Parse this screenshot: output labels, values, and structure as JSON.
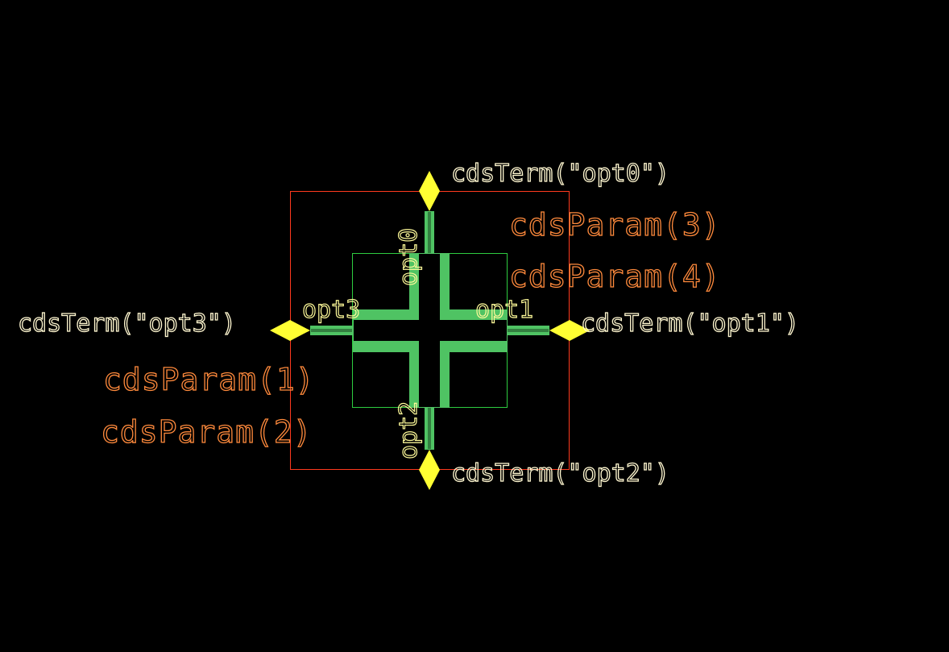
{
  "terms": {
    "top": "cdsTerm(\"opt0\")",
    "right": "cdsTerm(\"opt1\")",
    "bottom": "cdsTerm(\"opt2\")",
    "left": "cdsTerm(\"opt3\")"
  },
  "params": {
    "p1": "cdsParam(1)",
    "p2": "cdsParam(2)",
    "p3": "cdsParam(3)",
    "p4": "cdsParam(4)"
  },
  "pins": {
    "top": "opt0",
    "right": "opt1",
    "bottom": "opt2",
    "left": "opt3"
  },
  "colors": {
    "background": "#000000",
    "outline": "#ff3a1e",
    "body_outline": "#2ecc40",
    "waveguide": "#4fc363",
    "pin_diamond": "#ffff33",
    "term_text": "#fff7d0",
    "param_text": "#ff8a3c"
  }
}
